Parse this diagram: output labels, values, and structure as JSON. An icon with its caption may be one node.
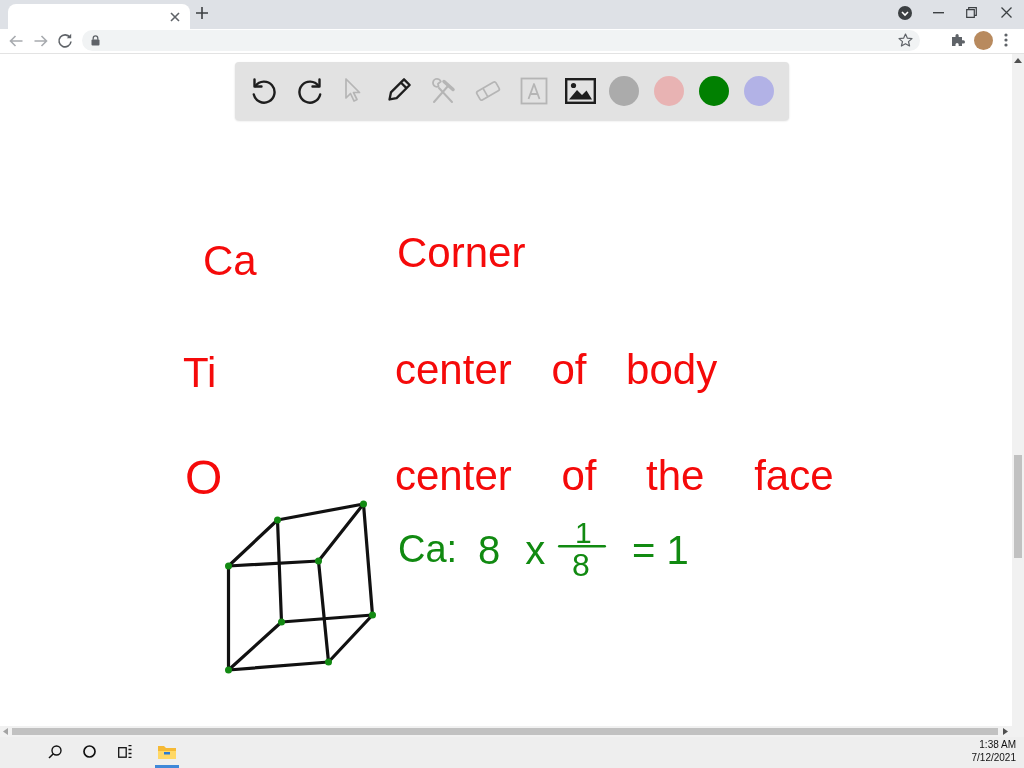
{
  "diagram": {
    "labels": [
      "Ca",
      "Corner",
      "Ti",
      "center of body",
      "O",
      "center of the face",
      "Ca:",
      "8 x",
      "1",
      "8",
      "= 1",
      "1:38 AM",
      "7/12/2021"
    ]
  }
}
